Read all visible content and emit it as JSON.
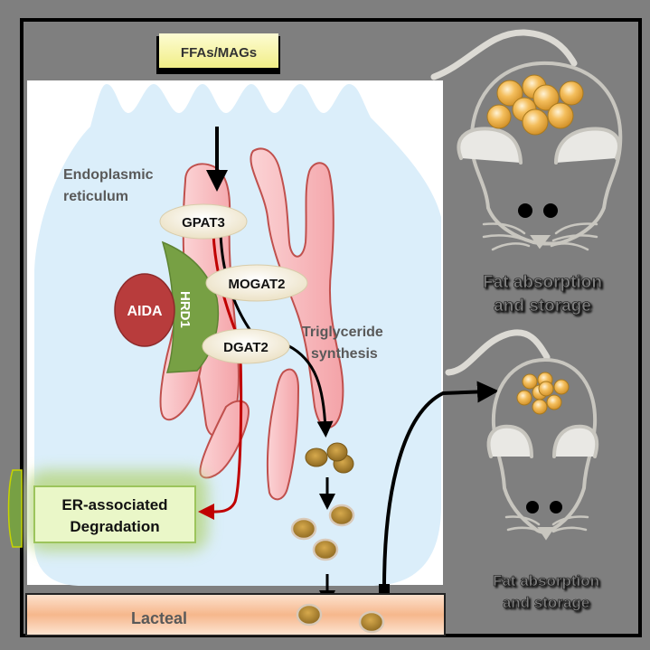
{
  "labels": {
    "input": "FFAs/MAGs",
    "organelle_line1": "Endoplasmic",
    "organelle_line2": "reticulum",
    "enzyme_1": "GPAT3",
    "enzyme_2": "MOGAT2",
    "enzyme_3": "DGAT2",
    "ligase": "HRD1",
    "regulator": "AIDA",
    "process_line1": "Triglyceride",
    "process_line2": "synthesis",
    "degradation_line1": "ER-associated",
    "degradation_line2": "Degradation",
    "lacteal": "Lacteal",
    "mouse_top_line1": "Fat absorption",
    "mouse_top_line2": "and storage",
    "mouse_bottom_line1": "Fat absorption",
    "mouse_bottom_line2": "and storage"
  },
  "colors": {
    "background": "#7f7f7f",
    "cell": "#dbeefa",
    "er_fill": "#f7b8bc",
    "er_stroke": "#c0504d",
    "input_box": "#f9f7a8",
    "enzyme_oval": "#f5efde",
    "hrd1": "#77a044",
    "aida": "#b83c3c",
    "degradation_box": "#eaf7c8",
    "lacteal": "#f8c8a4",
    "lipid": "#b88a33",
    "fat_drop": "#f2b54a",
    "degradation_arrow": "#c00000",
    "synthesis_arrow": "#000000"
  },
  "mice": [
    {
      "id": "top",
      "fat_droplets": 8
    },
    {
      "id": "bottom",
      "fat_droplets": 8
    }
  ]
}
